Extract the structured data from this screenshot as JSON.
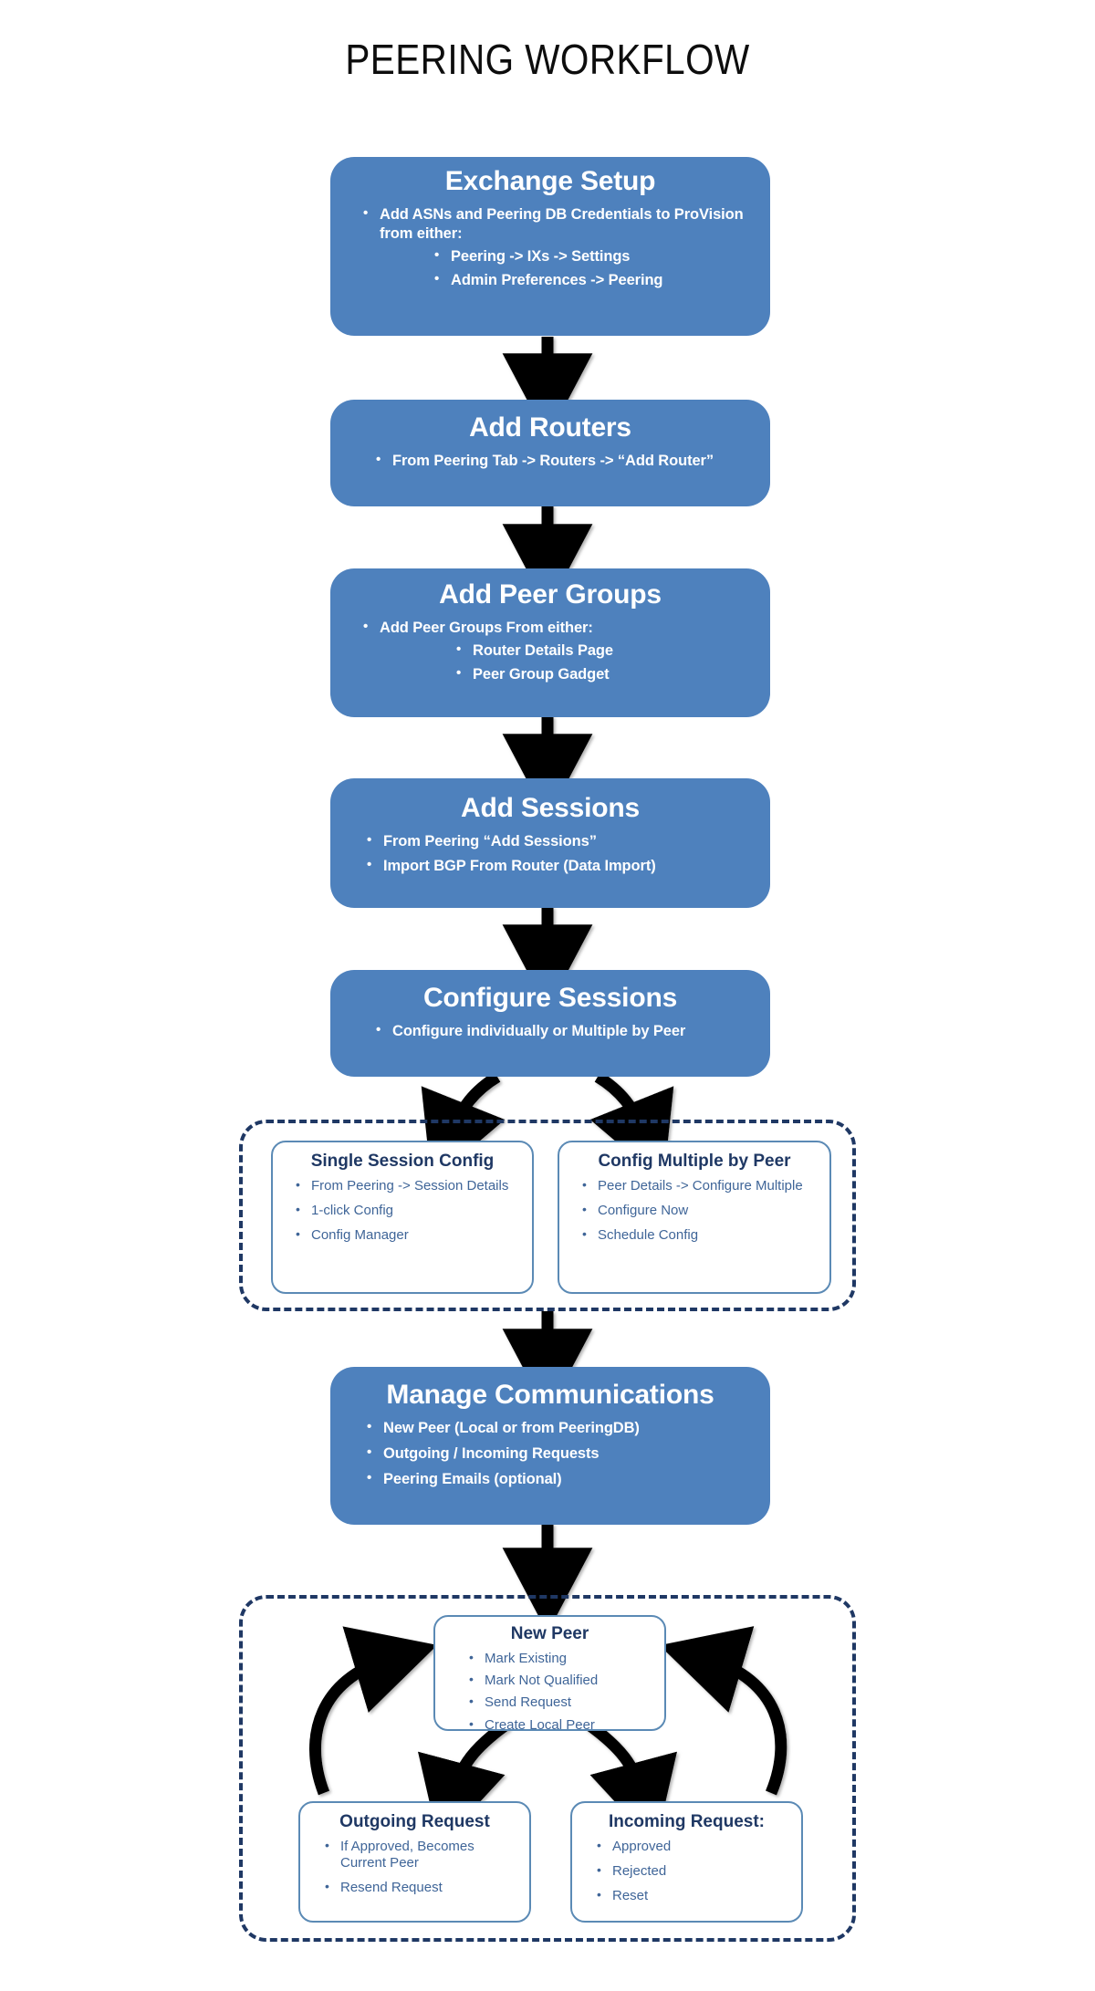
{
  "title": "PEERING WORKFLOW",
  "colors": {
    "stage_fill": "#4E81BD",
    "stage_text": "#FFFFFF",
    "dashed_border": "#1F3864",
    "subbox_border": "#5B8AB5",
    "subbox_title": "#1F3864",
    "subbox_text": "#3F6598",
    "arrow": "#000000",
    "page_background": "#FFFFFF"
  },
  "stages": [
    {
      "id": "exchange-setup",
      "title": "Exchange Setup",
      "bullets": [
        "Add ASNs and Peering DB Credentials to ProVision from either:"
      ],
      "subbullets": [
        "Peering -> IXs -> Settings",
        "Admin Preferences -> Peering"
      ]
    },
    {
      "id": "add-routers",
      "title": "Add Routers",
      "bullets": [
        "From Peering Tab -> Routers -> “Add Router”"
      ],
      "subbullets": []
    },
    {
      "id": "add-peer-groups",
      "title": "Add Peer Groups",
      "bullets": [
        "Add Peer Groups From either:"
      ],
      "subbullets": [
        "Router Details Page",
        "Peer Group Gadget"
      ]
    },
    {
      "id": "add-sessions",
      "title": "Add Sessions",
      "bullets": [
        "From  Peering “Add Sessions”",
        "Import BGP From Router (Data Import)"
      ],
      "subbullets": []
    },
    {
      "id": "configure-sessions",
      "title": "Configure Sessions",
      "bullets": [
        "Configure individually or Multiple by Peer"
      ],
      "subbullets": []
    },
    {
      "id": "manage-communications",
      "title": "Manage Communications",
      "bullets": [
        "New Peer (Local or from PeeringDB)",
        "Outgoing / Incoming Requests",
        "Peering Emails (optional)"
      ],
      "subbullets": []
    }
  ],
  "config_group": {
    "boxes": [
      {
        "id": "single-session-config",
        "title": "Single Session Config",
        "items": [
          "From Peering -> Session Details",
          "1-click Config",
          "Config Manager"
        ]
      },
      {
        "id": "config-multiple-by-peer",
        "title": "Config Multiple by Peer",
        "items": [
          "Peer Details -> Configure Multiple",
          "Configure Now",
          "Schedule Config"
        ]
      }
    ]
  },
  "communications_group": {
    "boxes": [
      {
        "id": "new-peer",
        "title": "New Peer",
        "items": [
          "Mark Existing",
          "Mark Not Qualified",
          "Send Request",
          "Create Local Peer"
        ]
      },
      {
        "id": "outgoing-request",
        "title": "Outgoing Request",
        "items": [
          "If Approved, Becomes Current Peer",
          "Resend Request"
        ]
      },
      {
        "id": "incoming-request",
        "title": "Incoming Request:",
        "items": [
          "Approved",
          "Rejected",
          "Reset"
        ]
      }
    ]
  }
}
